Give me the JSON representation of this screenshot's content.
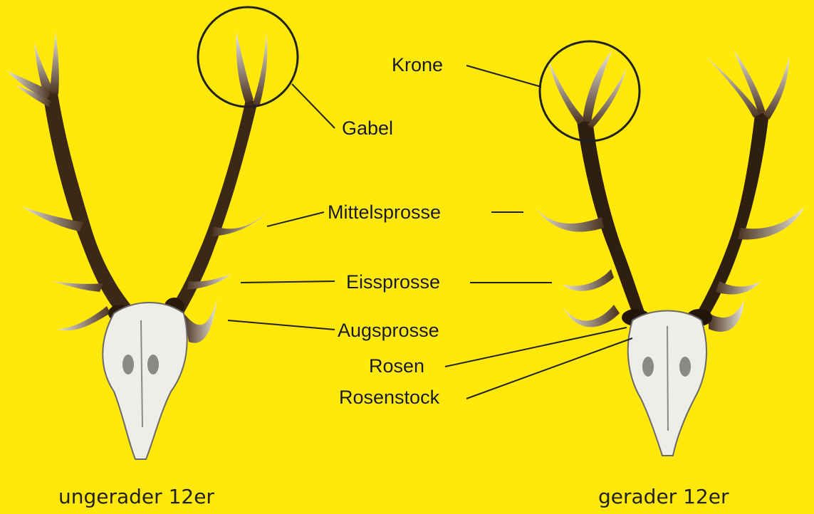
{
  "labels": {
    "krone": "Krone",
    "gabel": "Gabel",
    "mittelsprosse": "Mittelsprosse",
    "eissprosse": "Eissprosse",
    "augsprosse": "Augsprosse",
    "rosen": "Rosen",
    "rosenstock": "Rosenstock"
  },
  "captions": {
    "left": "ungerader 12er",
    "right": "gerader 12er"
  },
  "colors": {
    "background": "#ffe80a",
    "antler_dark": "#3a2614",
    "antler_tip": "#e8e4d8",
    "skull": "#efeee9",
    "line": "#222222"
  }
}
